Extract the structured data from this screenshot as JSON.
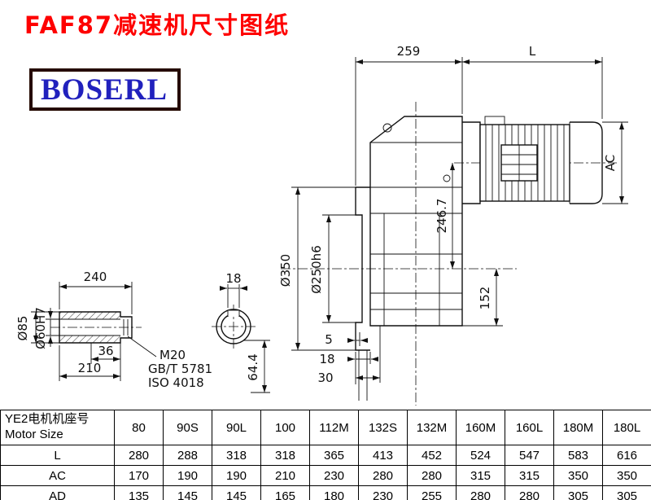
{
  "title": "FAF87减速机尺寸图纸",
  "logo": "BOSERL",
  "drawing": {
    "dims": {
      "d259": "259",
      "L": "L",
      "ac": "AC",
      "d350": "Ø350",
      "d250": "Ø250h6",
      "d246": "246.7",
      "d152": "152",
      "d5": "5",
      "d18": "18",
      "d30": "30",
      "d64": "64.4",
      "d240": "240",
      "d18k": "18",
      "d85": "Ø85",
      "d60": "Ø60H7",
      "d36": "36",
      "d210": "210",
      "m20": "M20",
      "gb": "GB/T 5781",
      "iso": "ISO 4018"
    }
  },
  "table": {
    "header": {
      "label_cn": "YE2电机机座号",
      "label_en": "Motor Size",
      "sizes": [
        "80",
        "90S",
        "90L",
        "100",
        "112M",
        "132S",
        "132M",
        "160M",
        "160L",
        "180M",
        "180L"
      ]
    },
    "rows": [
      {
        "label": "L",
        "values": [
          "280",
          "288",
          "318",
          "318",
          "365",
          "413",
          "452",
          "524",
          "547",
          "583",
          "616"
        ]
      },
      {
        "label": "AC",
        "values": [
          "170",
          "190",
          "190",
          "210",
          "230",
          "280",
          "280",
          "315",
          "315",
          "350",
          "350"
        ]
      },
      {
        "label": "AD",
        "values": [
          "135",
          "145",
          "145",
          "165",
          "180",
          "230",
          "255",
          "280",
          "280",
          "305",
          "305"
        ]
      }
    ]
  }
}
